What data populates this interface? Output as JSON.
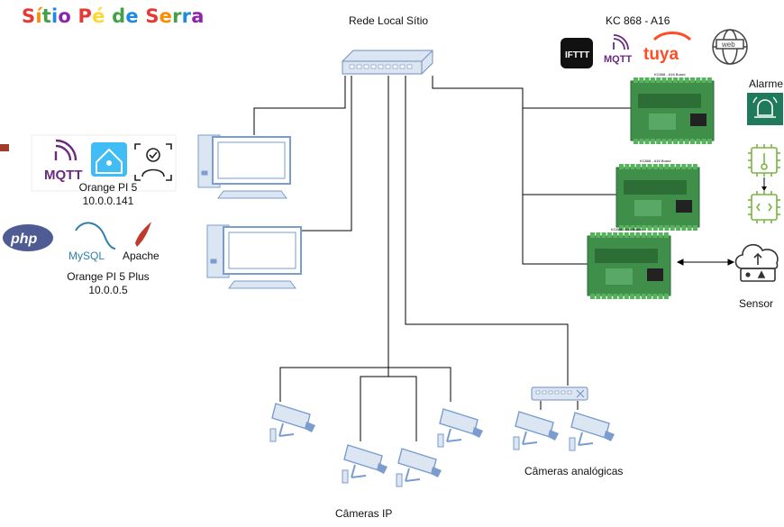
{
  "brand": {
    "title": "Sítio Pé de Serra",
    "letters": [
      "S",
      "í",
      "t",
      "i",
      "o",
      " ",
      "P",
      "é",
      " ",
      "d",
      "e",
      " ",
      "S",
      "e",
      "r",
      "r",
      "a"
    ],
    "letter_colors": [
      "#e53935",
      "#fb8c00",
      "#43a047",
      "#1e88e5",
      "#8e24aa",
      "#000000",
      "#e53935",
      "#fdd835",
      "#000000",
      "#43a047",
      "#1e88e5",
      "#000000",
      "#e53935",
      "#fb8c00",
      "#43a047",
      "#1e88e5",
      "#8e24aa"
    ]
  },
  "network": {
    "switch_label": "Rede Local Sítio"
  },
  "controller": {
    "title": "KC 868 - A16",
    "integrations": [
      "IFTTT",
      "MQTT",
      "tuya",
      "web"
    ],
    "board_labels": [
      "KC868 - A16 Board",
      "KC868 - A16 Board",
      "KC868 - A16 Board"
    ]
  },
  "servers": [
    {
      "name": "Orange PI 5",
      "ip": "10.0.0.141",
      "services": [
        "MQTT",
        "home-assistant",
        "face-recognition"
      ]
    },
    {
      "name": "Orange PI 5 Plus",
      "ip": "10.0.0.5",
      "services": [
        "php",
        "MySQL",
        "Apache"
      ]
    }
  ],
  "alarm": {
    "label": "Alarme"
  },
  "sensor": {
    "label": "Sensor"
  },
  "cameras": {
    "ip_label": "Câmeras IP",
    "analog_label": "Câmeras analógicas"
  },
  "colors": {
    "line": "#000000",
    "device_blue": "#7a9ccf",
    "device_fill": "#dce6f2",
    "board_green": "#3f8f4a",
    "alarm_green": "#1e7a5a",
    "chip_green": "#7cb342",
    "mqtt_purple": "#6a2a80",
    "tuya_orange": "#ff4e26",
    "ha_blue": "#41bdf5",
    "php_blue": "#4f5b93"
  }
}
